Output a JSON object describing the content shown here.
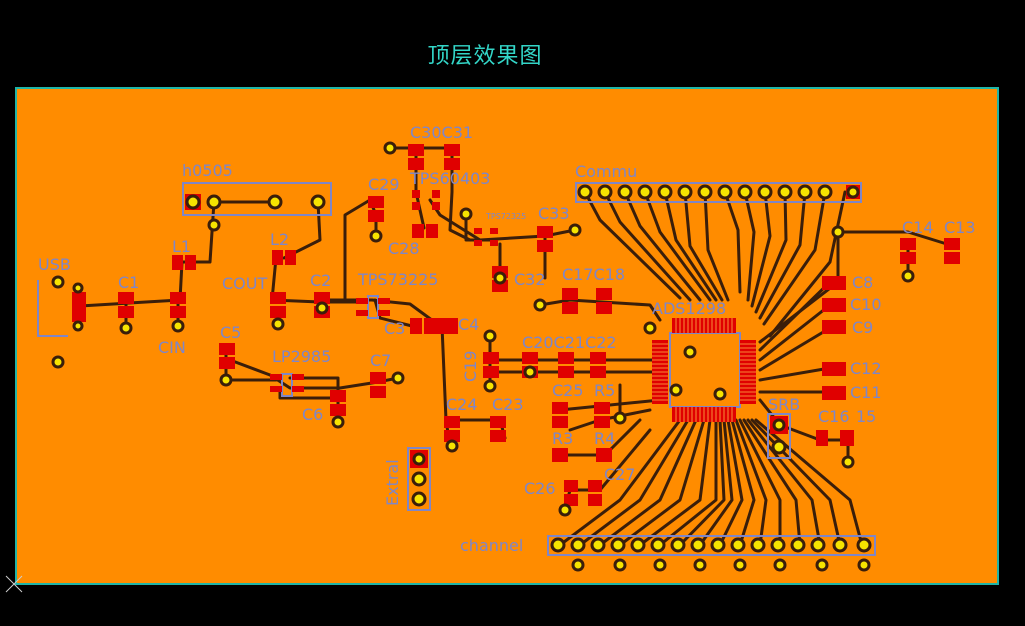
{
  "title": "顶层效果图",
  "colors": {
    "background": "#000000",
    "board": "#ff8c00",
    "board_edge": "#1fb5a8",
    "trace": "#3a1e0a",
    "pad": "#e00000",
    "via": "#f6e400",
    "silk": "#7f86c8"
  },
  "labels": {
    "usb": "USB",
    "h0505": "h0505",
    "l1": "L1",
    "l2": "L2",
    "c1": "C1",
    "cin": "CIN",
    "cout": "COUT",
    "c2": "C2",
    "c3": "C3",
    "c4": "C4",
    "c5": "C5",
    "c6": "C6",
    "c7": "C7",
    "lp2985": "LP2985",
    "tps73225": "TPS73225",
    "c29": "C29",
    "c28": "C28",
    "c30c31": "C30C31",
    "tps60403": "TPS60403",
    "tps_small": "TPS72325",
    "c32": "C32",
    "c33": "C33",
    "commu": "Commu",
    "c14": "C14",
    "c13": "C13",
    "c8": "C8",
    "c10": "C10",
    "c9": "C9",
    "c12": "C12",
    "c11": "C11",
    "c17c18": "C17C18",
    "adc": "ADS1298",
    "c19": "C19",
    "c20c21c22": "C20C21C22",
    "c25": "C25",
    "r5": "R5",
    "r3": "R3",
    "r4": "R4",
    "c24": "C24",
    "c23": "C23",
    "c26": "C26",
    "c27": "C27",
    "srb": "SRB",
    "c16": "C16",
    "c15": "15",
    "extral": "Extral",
    "channel": "channel"
  }
}
